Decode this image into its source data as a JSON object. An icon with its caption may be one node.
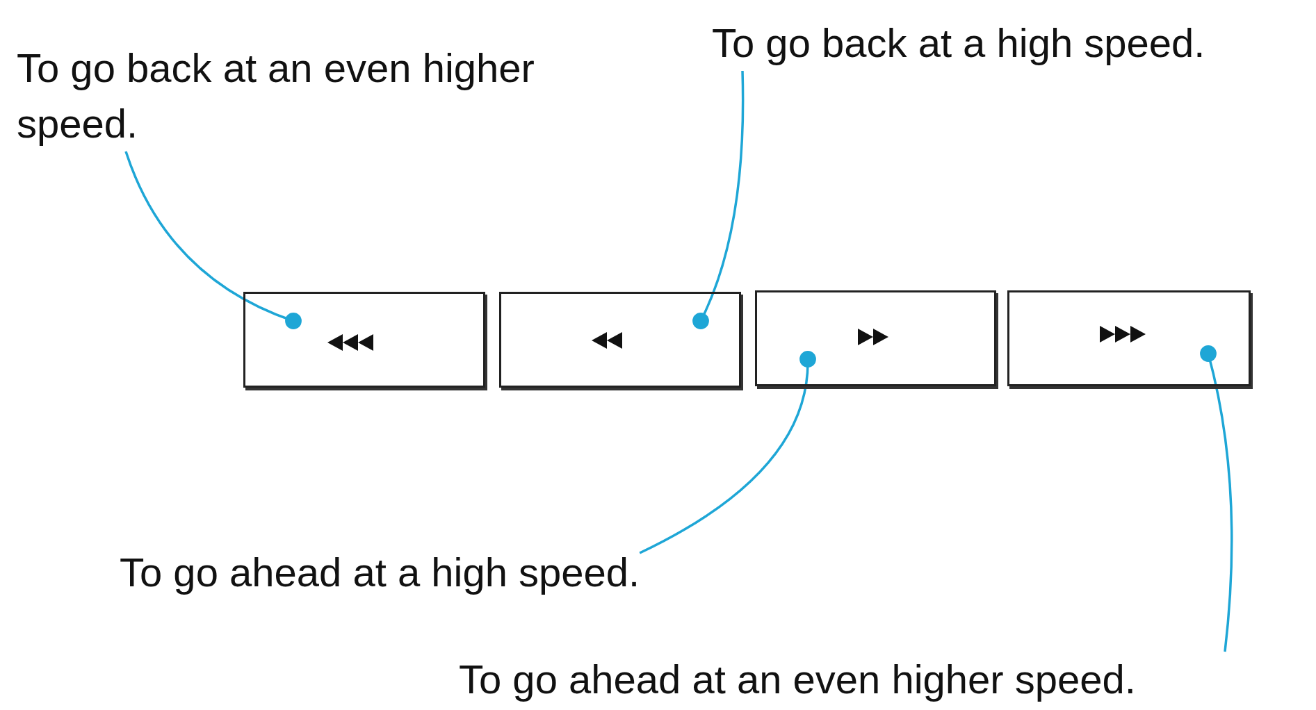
{
  "diagram": {
    "nodes": [
      {
        "text": [
          "To go back at an even higher speed."
        ]
      },
      {
        "text": [
          "To go back at a high speed."
        ]
      },
      {
        "text": [],
        "shape": "box"
      },
      {
        "text": [],
        "shape": "box"
      },
      {
        "text": [],
        "shape": "box"
      },
      {
        "text": [],
        "shape": "box"
      },
      {
        "text": [
          "To go ahead at a high speed."
        ]
      },
      {
        "text": [
          "To go ahead at an even higher speed."
        ]
      }
    ],
    "edges": [
      {
        "from": 0,
        "to": 2,
        "arrow": "other"
      },
      {
        "from": 1,
        "to": 3,
        "arrow": "other"
      },
      {
        "from": 6,
        "to": 4,
        "arrow": "other"
      },
      {
        "from": 7,
        "to": 5,
        "arrow": "other"
      }
    ]
  }
}
